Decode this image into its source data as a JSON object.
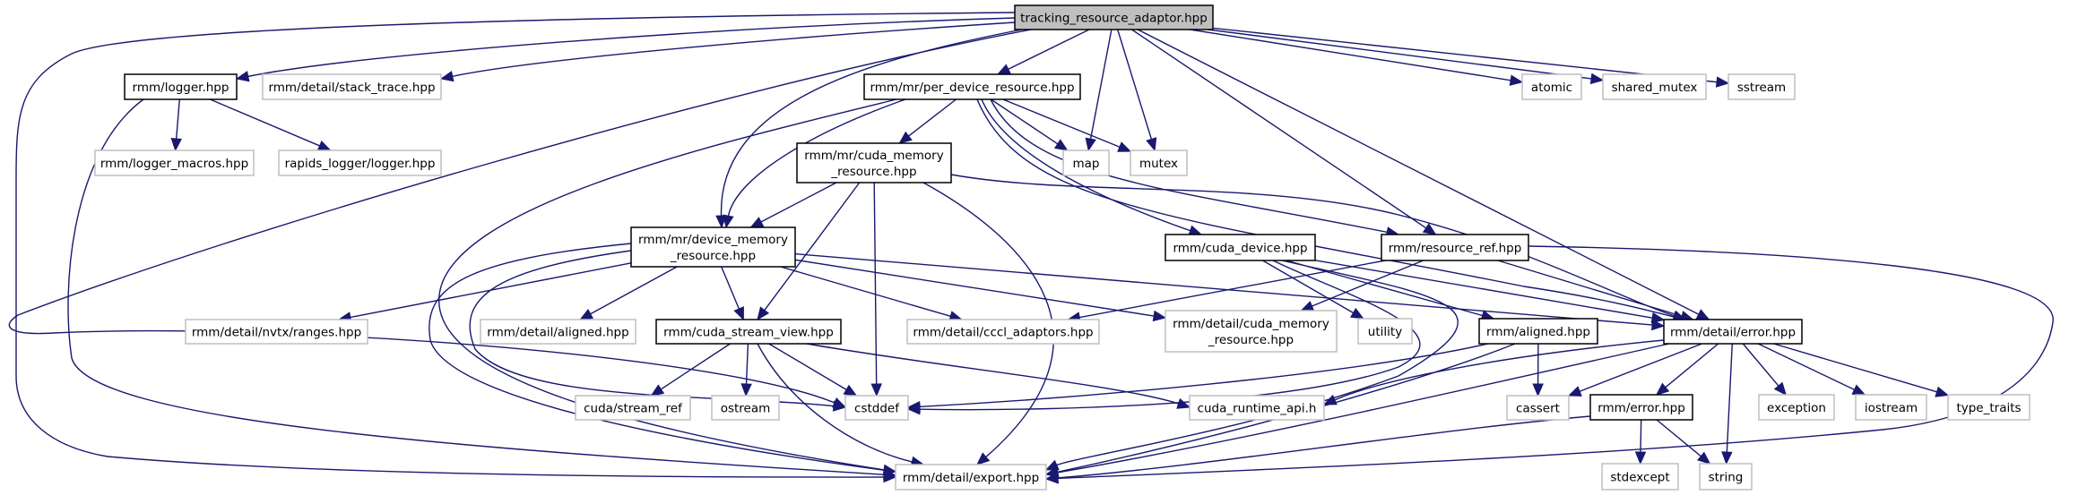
{
  "diagram": {
    "type": "include-dependency-graph",
    "root": "tracking_resource_adaptor.hpp",
    "colors": {
      "edge": "#191970",
      "root_fill": "#bfbfbf",
      "local_border": "#000000",
      "system_border": "#bfbfbf"
    },
    "nodes": [
      {
        "id": "root",
        "label": [
          "tracking_resource_adaptor.hpp"
        ],
        "kind": "root"
      },
      {
        "id": "logger",
        "label": [
          "rmm/logger.hpp"
        ],
        "kind": "local"
      },
      {
        "id": "stack_trace",
        "label": [
          "rmm/detail/stack_trace.hpp"
        ],
        "kind": "system"
      },
      {
        "id": "per_device",
        "label": [
          "rmm/mr/per_device_resource.hpp"
        ],
        "kind": "local"
      },
      {
        "id": "map",
        "label": [
          "map"
        ],
        "kind": "system"
      },
      {
        "id": "mutex",
        "label": [
          "mutex"
        ],
        "kind": "system"
      },
      {
        "id": "atomic",
        "label": [
          "atomic"
        ],
        "kind": "system"
      },
      {
        "id": "shared_mutex",
        "label": [
          "shared_mutex"
        ],
        "kind": "system"
      },
      {
        "id": "sstream",
        "label": [
          "sstream"
        ],
        "kind": "system"
      },
      {
        "id": "logger_macros",
        "label": [
          "rmm/logger_macros.hpp"
        ],
        "kind": "system"
      },
      {
        "id": "rapids_logger",
        "label": [
          "rapids_logger/logger.hpp"
        ],
        "kind": "system"
      },
      {
        "id": "cuda_mem_res",
        "label": [
          "rmm/mr/cuda_memory",
          "_resource.hpp"
        ],
        "kind": "local"
      },
      {
        "id": "device_mem_res",
        "label": [
          "rmm/mr/device_memory",
          "_resource.hpp"
        ],
        "kind": "local"
      },
      {
        "id": "cuda_device",
        "label": [
          "rmm/cuda_device.hpp"
        ],
        "kind": "local"
      },
      {
        "id": "resource_ref",
        "label": [
          "rmm/resource_ref.hpp"
        ],
        "kind": "local"
      },
      {
        "id": "nvtx_ranges",
        "label": [
          "rmm/detail/nvtx/ranges.hpp"
        ],
        "kind": "system"
      },
      {
        "id": "detail_aligned",
        "label": [
          "rmm/detail/aligned.hpp"
        ],
        "kind": "system"
      },
      {
        "id": "cuda_stream_view",
        "label": [
          "rmm/cuda_stream_view.hpp"
        ],
        "kind": "local"
      },
      {
        "id": "cccl_adaptors",
        "label": [
          "rmm/detail/cccl_adaptors.hpp"
        ],
        "kind": "system"
      },
      {
        "id": "detail_cuda_mem_res",
        "label": [
          "rmm/detail/cuda_memory",
          "_resource.hpp"
        ],
        "kind": "system"
      },
      {
        "id": "utility",
        "label": [
          "utility"
        ],
        "kind": "system"
      },
      {
        "id": "aligned",
        "label": [
          "rmm/aligned.hpp"
        ],
        "kind": "local"
      },
      {
        "id": "detail_error",
        "label": [
          "rmm/detail/error.hpp"
        ],
        "kind": "local"
      },
      {
        "id": "stream_ref",
        "label": [
          "cuda/stream_ref"
        ],
        "kind": "system"
      },
      {
        "id": "ostream",
        "label": [
          "ostream"
        ],
        "kind": "system"
      },
      {
        "id": "cstddef",
        "label": [
          "cstddef"
        ],
        "kind": "system"
      },
      {
        "id": "cuda_runtime_api",
        "label": [
          "cuda_runtime_api.h"
        ],
        "kind": "system"
      },
      {
        "id": "cassert",
        "label": [
          "cassert"
        ],
        "kind": "system"
      },
      {
        "id": "error",
        "label": [
          "rmm/error.hpp"
        ],
        "kind": "local"
      },
      {
        "id": "exception",
        "label": [
          "exception"
        ],
        "kind": "system"
      },
      {
        "id": "iostream",
        "label": [
          "iostream"
        ],
        "kind": "system"
      },
      {
        "id": "type_traits",
        "label": [
          "type_traits"
        ],
        "kind": "system"
      },
      {
        "id": "export",
        "label": [
          "rmm/detail/export.hpp"
        ],
        "kind": "system"
      },
      {
        "id": "stdexcept",
        "label": [
          "stdexcept"
        ],
        "kind": "system"
      },
      {
        "id": "string",
        "label": [
          "string"
        ],
        "kind": "system"
      }
    ],
    "edges": [
      [
        "root",
        "logger"
      ],
      [
        "root",
        "stack_trace"
      ],
      [
        "root",
        "per_device"
      ],
      [
        "root",
        "map"
      ],
      [
        "root",
        "mutex"
      ],
      [
        "root",
        "atomic"
      ],
      [
        "root",
        "shared_mutex"
      ],
      [
        "root",
        "sstream"
      ],
      [
        "root",
        "device_mem_res"
      ],
      [
        "root",
        "resource_ref"
      ],
      [
        "root",
        "detail_error"
      ],
      [
        "root",
        "export"
      ],
      [
        "root",
        "cstddef"
      ],
      [
        "logger",
        "logger_macros"
      ],
      [
        "logger",
        "rapids_logger"
      ],
      [
        "logger",
        "export"
      ],
      [
        "per_device",
        "cuda_mem_res"
      ],
      [
        "per_device",
        "device_mem_res"
      ],
      [
        "per_device",
        "map"
      ],
      [
        "per_device",
        "mutex"
      ],
      [
        "per_device",
        "cuda_device"
      ],
      [
        "per_device",
        "resource_ref"
      ],
      [
        "per_device",
        "detail_error"
      ],
      [
        "per_device",
        "export"
      ],
      [
        "cuda_mem_res",
        "device_mem_res"
      ],
      [
        "cuda_mem_res",
        "cuda_stream_view"
      ],
      [
        "cuda_mem_res",
        "cstddef"
      ],
      [
        "cuda_mem_res",
        "export"
      ],
      [
        "cuda_mem_res",
        "detail_error"
      ],
      [
        "device_mem_res",
        "nvtx_ranges"
      ],
      [
        "device_mem_res",
        "detail_aligned"
      ],
      [
        "device_mem_res",
        "cuda_stream_view"
      ],
      [
        "device_mem_res",
        "cccl_adaptors"
      ],
      [
        "device_mem_res",
        "detail_cuda_mem_res"
      ],
      [
        "device_mem_res",
        "detail_error"
      ],
      [
        "device_mem_res",
        "cstddef"
      ],
      [
        "device_mem_res",
        "export"
      ],
      [
        "cuda_device",
        "utility"
      ],
      [
        "cuda_device",
        "aligned"
      ],
      [
        "cuda_device",
        "detail_error"
      ],
      [
        "cuda_device",
        "cstddef"
      ],
      [
        "cuda_device",
        "export"
      ],
      [
        "resource_ref",
        "cccl_adaptors"
      ],
      [
        "resource_ref",
        "detail_cuda_mem_res"
      ],
      [
        "resource_ref",
        "detail_error"
      ],
      [
        "resource_ref",
        "export"
      ],
      [
        "cuda_stream_view",
        "stream_ref"
      ],
      [
        "cuda_stream_view",
        "ostream"
      ],
      [
        "cuda_stream_view",
        "cstddef"
      ],
      [
        "cuda_stream_view",
        "cuda_runtime_api"
      ],
      [
        "cuda_stream_view",
        "export"
      ],
      [
        "aligned",
        "cassert"
      ],
      [
        "aligned",
        "cstddef"
      ],
      [
        "aligned",
        "export"
      ],
      [
        "detail_error",
        "error"
      ],
      [
        "detail_error",
        "cuda_runtime_api"
      ],
      [
        "detail_error",
        "cassert"
      ],
      [
        "detail_error",
        "exception"
      ],
      [
        "detail_error",
        "iostream"
      ],
      [
        "detail_error",
        "type_traits"
      ],
      [
        "detail_error",
        "string"
      ],
      [
        "detail_error",
        "export"
      ],
      [
        "error",
        "stdexcept"
      ],
      [
        "error",
        "string"
      ],
      [
        "error",
        "export"
      ]
    ]
  }
}
